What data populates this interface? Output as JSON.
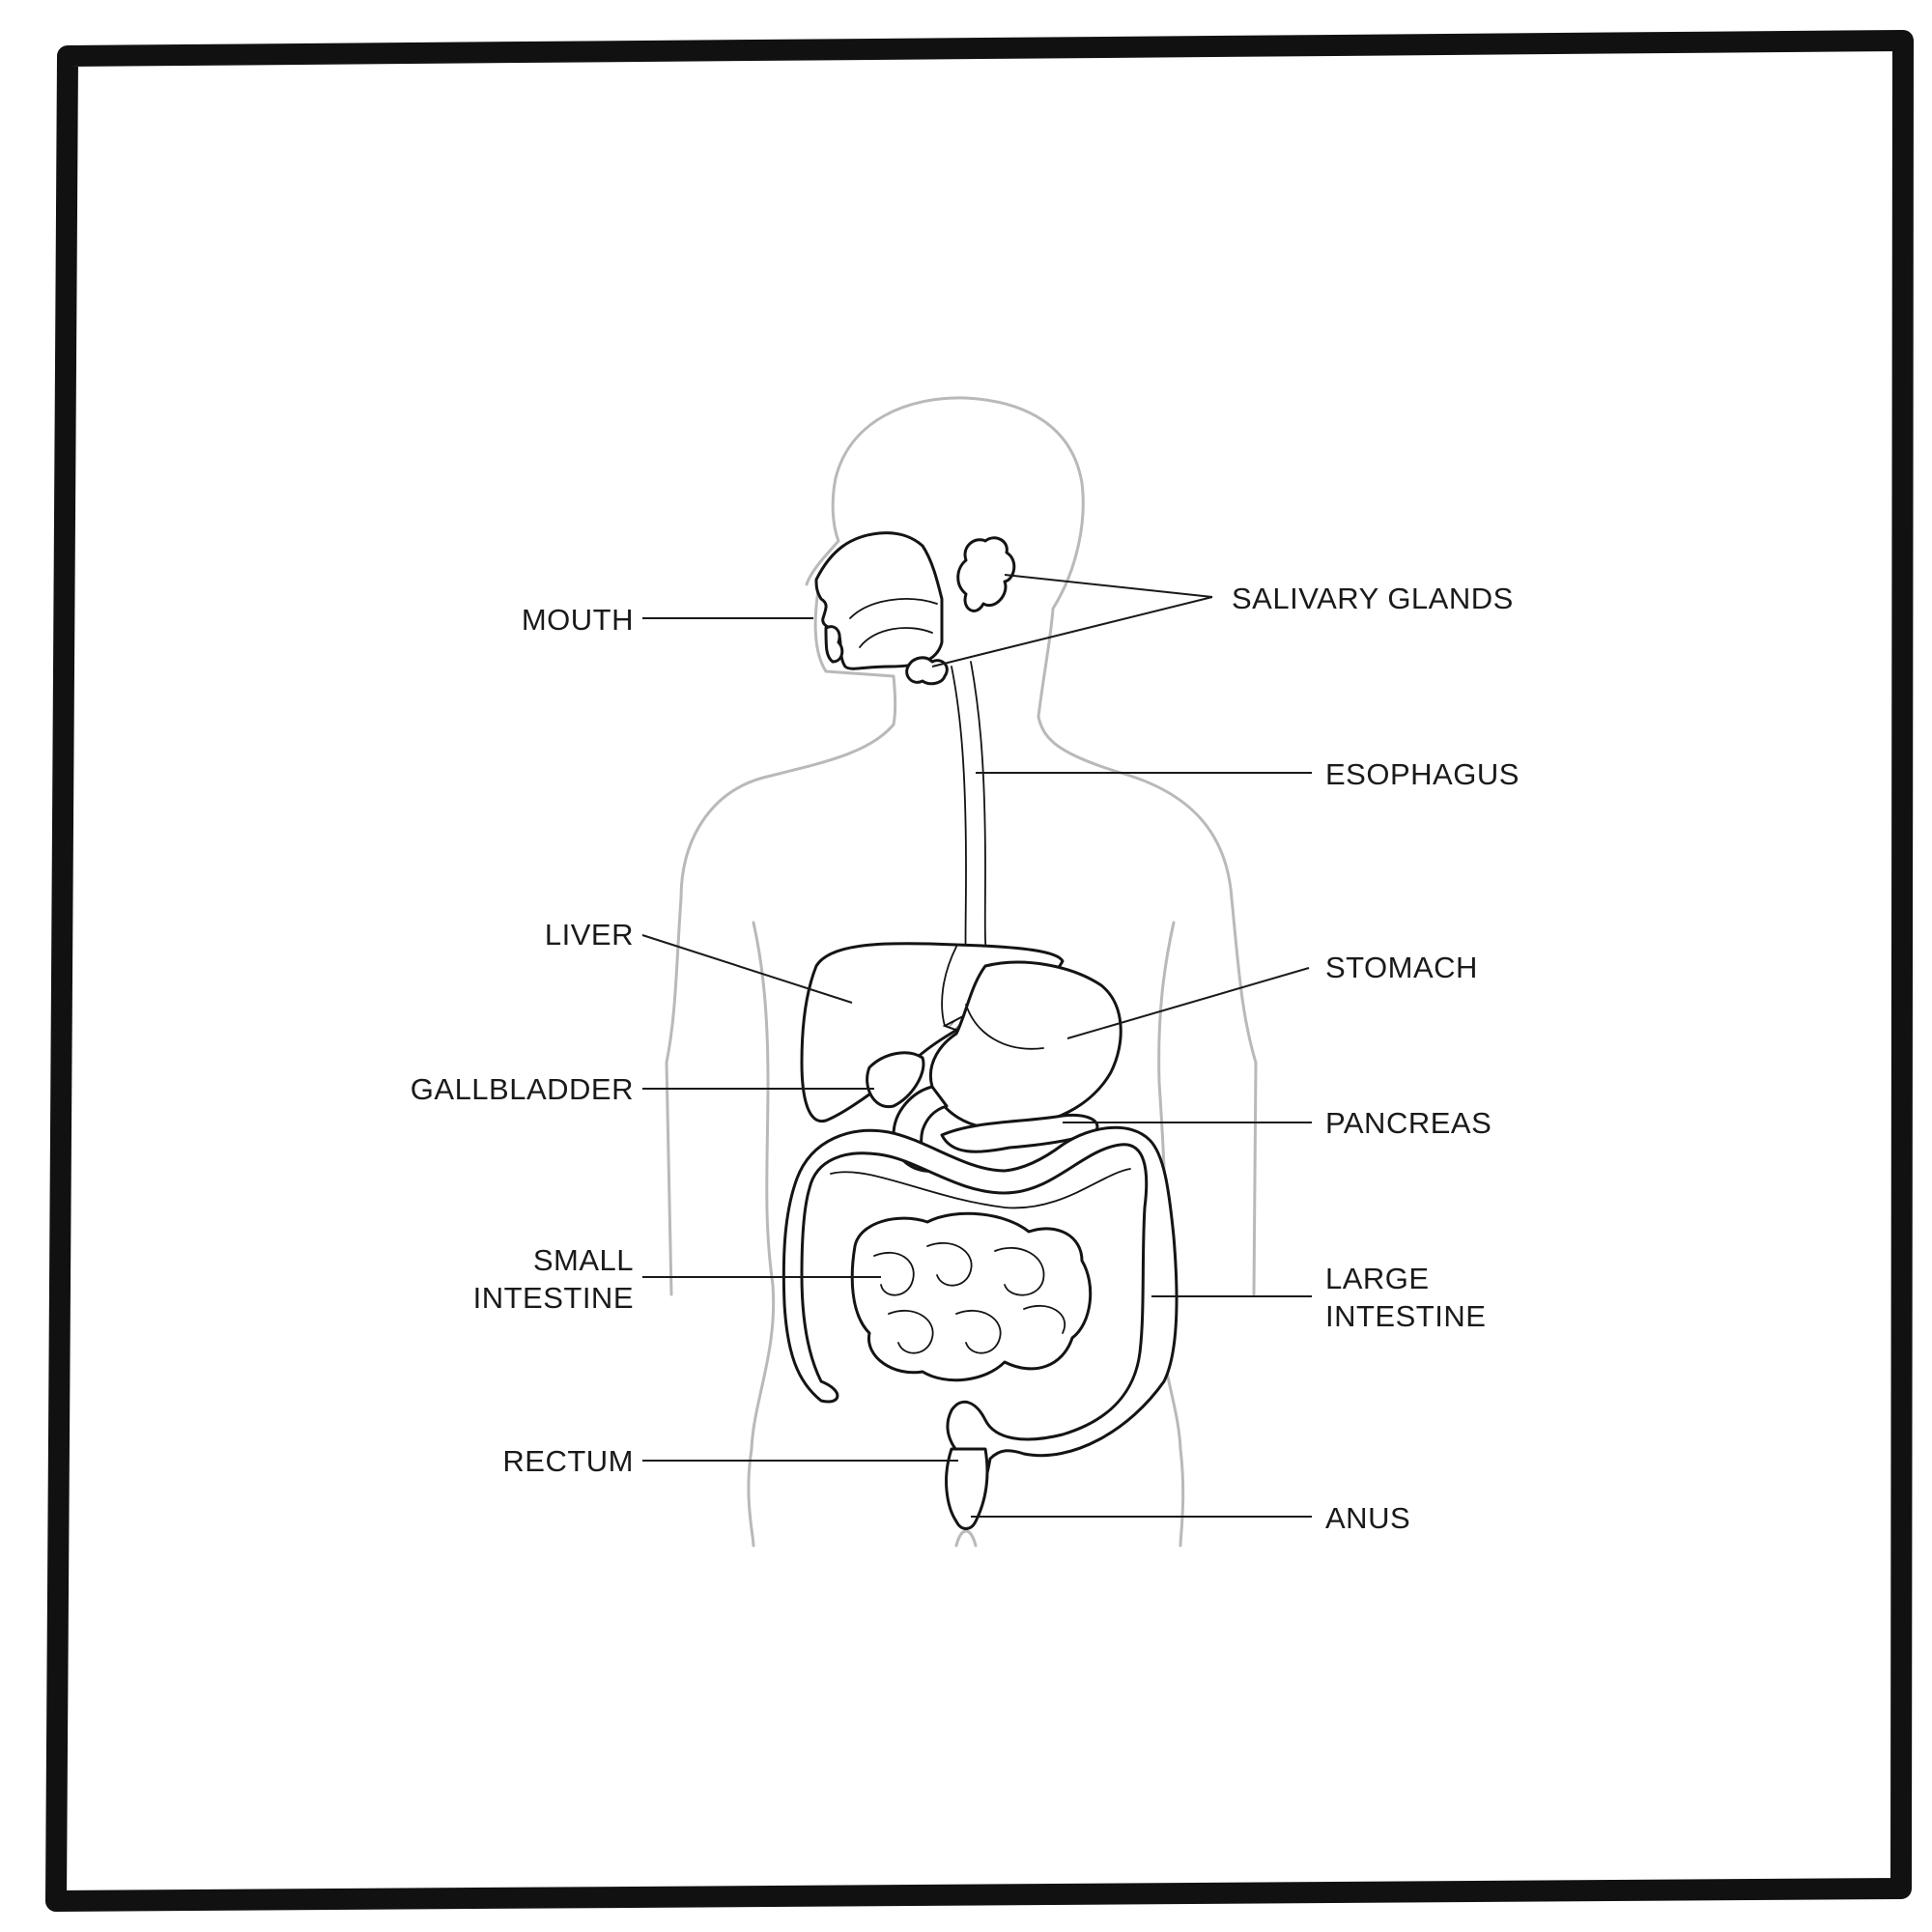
{
  "labels": {
    "mouth": "MOUTH",
    "salivary_glands": "SALIVARY GLANDS",
    "esophagus": "ESOPHAGUS",
    "liver": "LIVER",
    "stomach": "STOMACH",
    "gallbladder": "GALLBLADDER",
    "pancreas": "PANCREAS",
    "small_intestine": [
      "SMALL",
      "INTESTINE"
    ],
    "large_intestine": [
      "LARGE",
      "INTESTINE"
    ],
    "rectum": "RECTUM",
    "anus": "ANUS"
  },
  "colors": {
    "frame": "#111111",
    "body_outline": "#b9b9b9",
    "organ_stroke": "#141414",
    "text": "#1a1a1a",
    "background": "#ffffff"
  }
}
